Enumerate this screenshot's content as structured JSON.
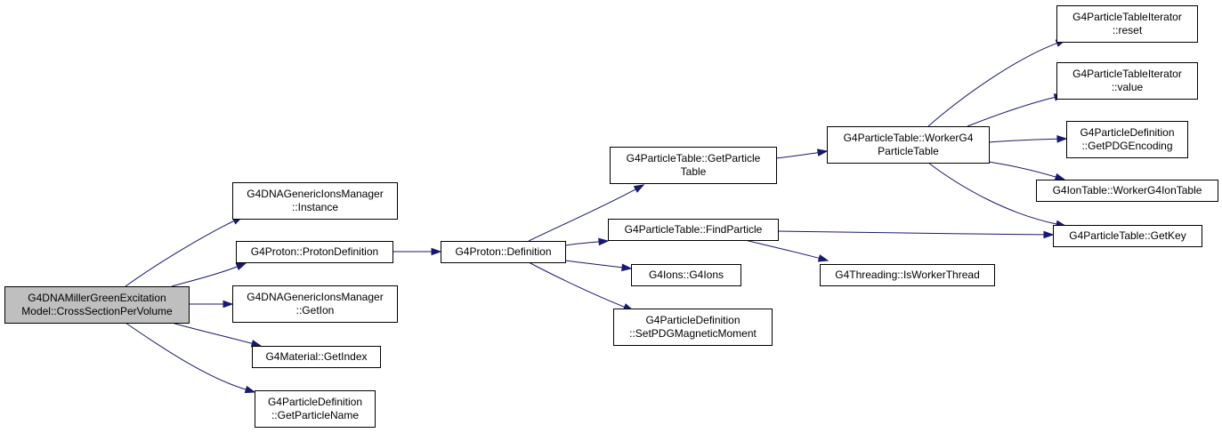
{
  "diagram": {
    "type": "call-graph",
    "nodes": [
      {
        "id": "root",
        "lines": [
          "G4DNAMillerGreenExcitation",
          "Model::CrossSectionPerVolume"
        ],
        "highlighted": true
      },
      {
        "id": "gim_instance",
        "lines": [
          "G4DNAGenericIonsManager",
          "::Instance"
        ]
      },
      {
        "id": "proton_def",
        "lines": [
          "G4Proton::ProtonDefinition"
        ]
      },
      {
        "id": "gim_getion",
        "lines": [
          "G4DNAGenericIonsManager",
          "::GetIon"
        ]
      },
      {
        "id": "mat_getindex",
        "lines": [
          "G4Material::GetIndex"
        ]
      },
      {
        "id": "pd_getname",
        "lines": [
          "G4ParticleDefinition",
          "::GetParticleName"
        ]
      },
      {
        "id": "proton_definition",
        "lines": [
          "G4Proton::Definition"
        ]
      },
      {
        "id": "pt_getparticletable",
        "lines": [
          "G4ParticleTable::GetParticle",
          "Table"
        ]
      },
      {
        "id": "pt_findparticle",
        "lines": [
          "G4ParticleTable::FindParticle"
        ]
      },
      {
        "id": "ions_g4ions",
        "lines": [
          "G4Ions::G4Ions"
        ]
      },
      {
        "id": "pd_setpdgmag",
        "lines": [
          "G4ParticleDefinition",
          "::SetPDGMagneticMoment"
        ]
      },
      {
        "id": "pt_workerg4",
        "lines": [
          "G4ParticleTable::WorkerG4",
          "ParticleTable"
        ]
      },
      {
        "id": "thr_isworker",
        "lines": [
          "G4Threading::IsWorkerThread"
        ]
      },
      {
        "id": "pti_reset",
        "lines": [
          "G4ParticleTableIterator",
          "::reset"
        ]
      },
      {
        "id": "pti_value",
        "lines": [
          "G4ParticleTableIterator",
          "::value"
        ]
      },
      {
        "id": "pd_getpdgenc",
        "lines": [
          "G4ParticleDefinition",
          "::GetPDGEncoding"
        ]
      },
      {
        "id": "iontable_worker",
        "lines": [
          "G4IonTable::WorkerG4IonTable"
        ]
      },
      {
        "id": "pt_getkey",
        "lines": [
          "G4ParticleTable::GetKey"
        ]
      }
    ],
    "edges": [
      {
        "from": "root",
        "to": "gim_instance"
      },
      {
        "from": "root",
        "to": "proton_def"
      },
      {
        "from": "root",
        "to": "gim_getion"
      },
      {
        "from": "root",
        "to": "mat_getindex"
      },
      {
        "from": "root",
        "to": "pd_getname"
      },
      {
        "from": "proton_def",
        "to": "proton_definition"
      },
      {
        "from": "proton_definition",
        "to": "pt_getparticletable"
      },
      {
        "from": "proton_definition",
        "to": "pt_findparticle"
      },
      {
        "from": "proton_definition",
        "to": "ions_g4ions"
      },
      {
        "from": "proton_definition",
        "to": "pd_setpdgmag"
      },
      {
        "from": "pt_getparticletable",
        "to": "pt_workerg4"
      },
      {
        "from": "pt_findparticle",
        "to": "pt_getkey"
      },
      {
        "from": "pt_findparticle",
        "to": "thr_isworker"
      },
      {
        "from": "pt_workerg4",
        "to": "pti_reset"
      },
      {
        "from": "pt_workerg4",
        "to": "pti_value"
      },
      {
        "from": "pt_workerg4",
        "to": "pd_getpdgenc"
      },
      {
        "from": "pt_workerg4",
        "to": "iontable_worker"
      },
      {
        "from": "pt_workerg4",
        "to": "pt_getkey"
      }
    ],
    "colors": {
      "edge": "#191970",
      "root_fill": "#bfbfbf",
      "node_fill": "#ffffff",
      "border": "#000000"
    }
  }
}
